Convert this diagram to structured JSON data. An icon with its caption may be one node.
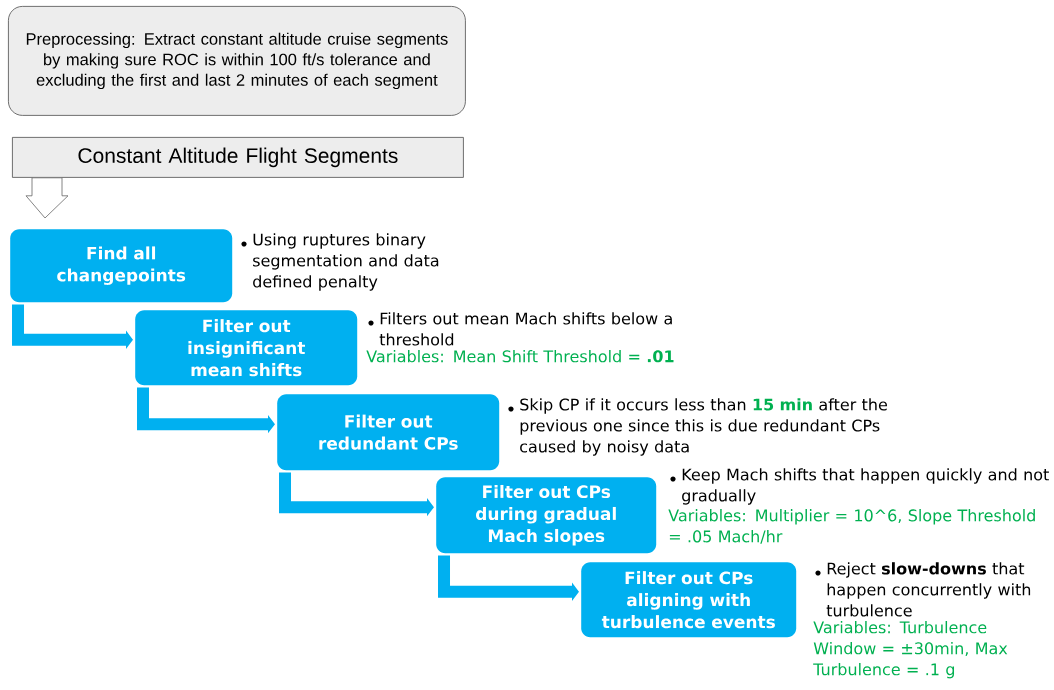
{
  "diagram": {
    "nodes": [
      {
        "text": [
          "Preprocessing: Extract constant altitude cruise segments by making sure ROC is within 100 ft/s tolerance and excluding the first and last 2 minutes of each segment"
        ]
      },
      {
        "text": [
          "Constant Altitude Flight Segments"
        ]
      },
      {
        "text": [
          "Find all changepoints"
        ],
        "beside": [
          "Using ruptures binary segmentation and data defined penalty"
        ]
      },
      {
        "text": [
          "Filter out insignificant mean shifts"
        ],
        "beside": [
          "Filters out mean Mach shifts below a threshold",
          "Variables: Mean Shift Threshold = **.01**"
        ]
      },
      {
        "text": [
          "Filter out redundant CPs"
        ],
        "beside": [
          "Skip CP if it occurs less than **15 min** after the previous one since this is due redundant CPs caused by noisy data"
        ]
      },
      {
        "text": [
          "Filter out CPs during gradual Mach slopes"
        ],
        "beside": [
          "Keep Mach shifts that happen quickly and not gradually",
          "Variables: Multiplier = 10^6, Slope Threshold = .05 Mach/hr"
        ]
      },
      {
        "text": [
          "Filter out CPs aligning with turbulence events"
        ],
        "beside": [
          "Reject **slow-downs** that happen concurrently with turbulence",
          "Variables: Turbulence Window = ±30min, Max Turbulence = .1 g"
        ]
      }
    ],
    "edges": [
      {
        "from": 1,
        "to": 2,
        "arrow": "to"
      },
      {
        "from": 2,
        "to": 3,
        "arrow": "to"
      },
      {
        "from": 3,
        "to": 4,
        "arrow": "to"
      },
      {
        "from": 4,
        "to": 5,
        "arrow": "to"
      },
      {
        "from": 5,
        "to": 6,
        "arrow": "to"
      }
    ]
  }
}
